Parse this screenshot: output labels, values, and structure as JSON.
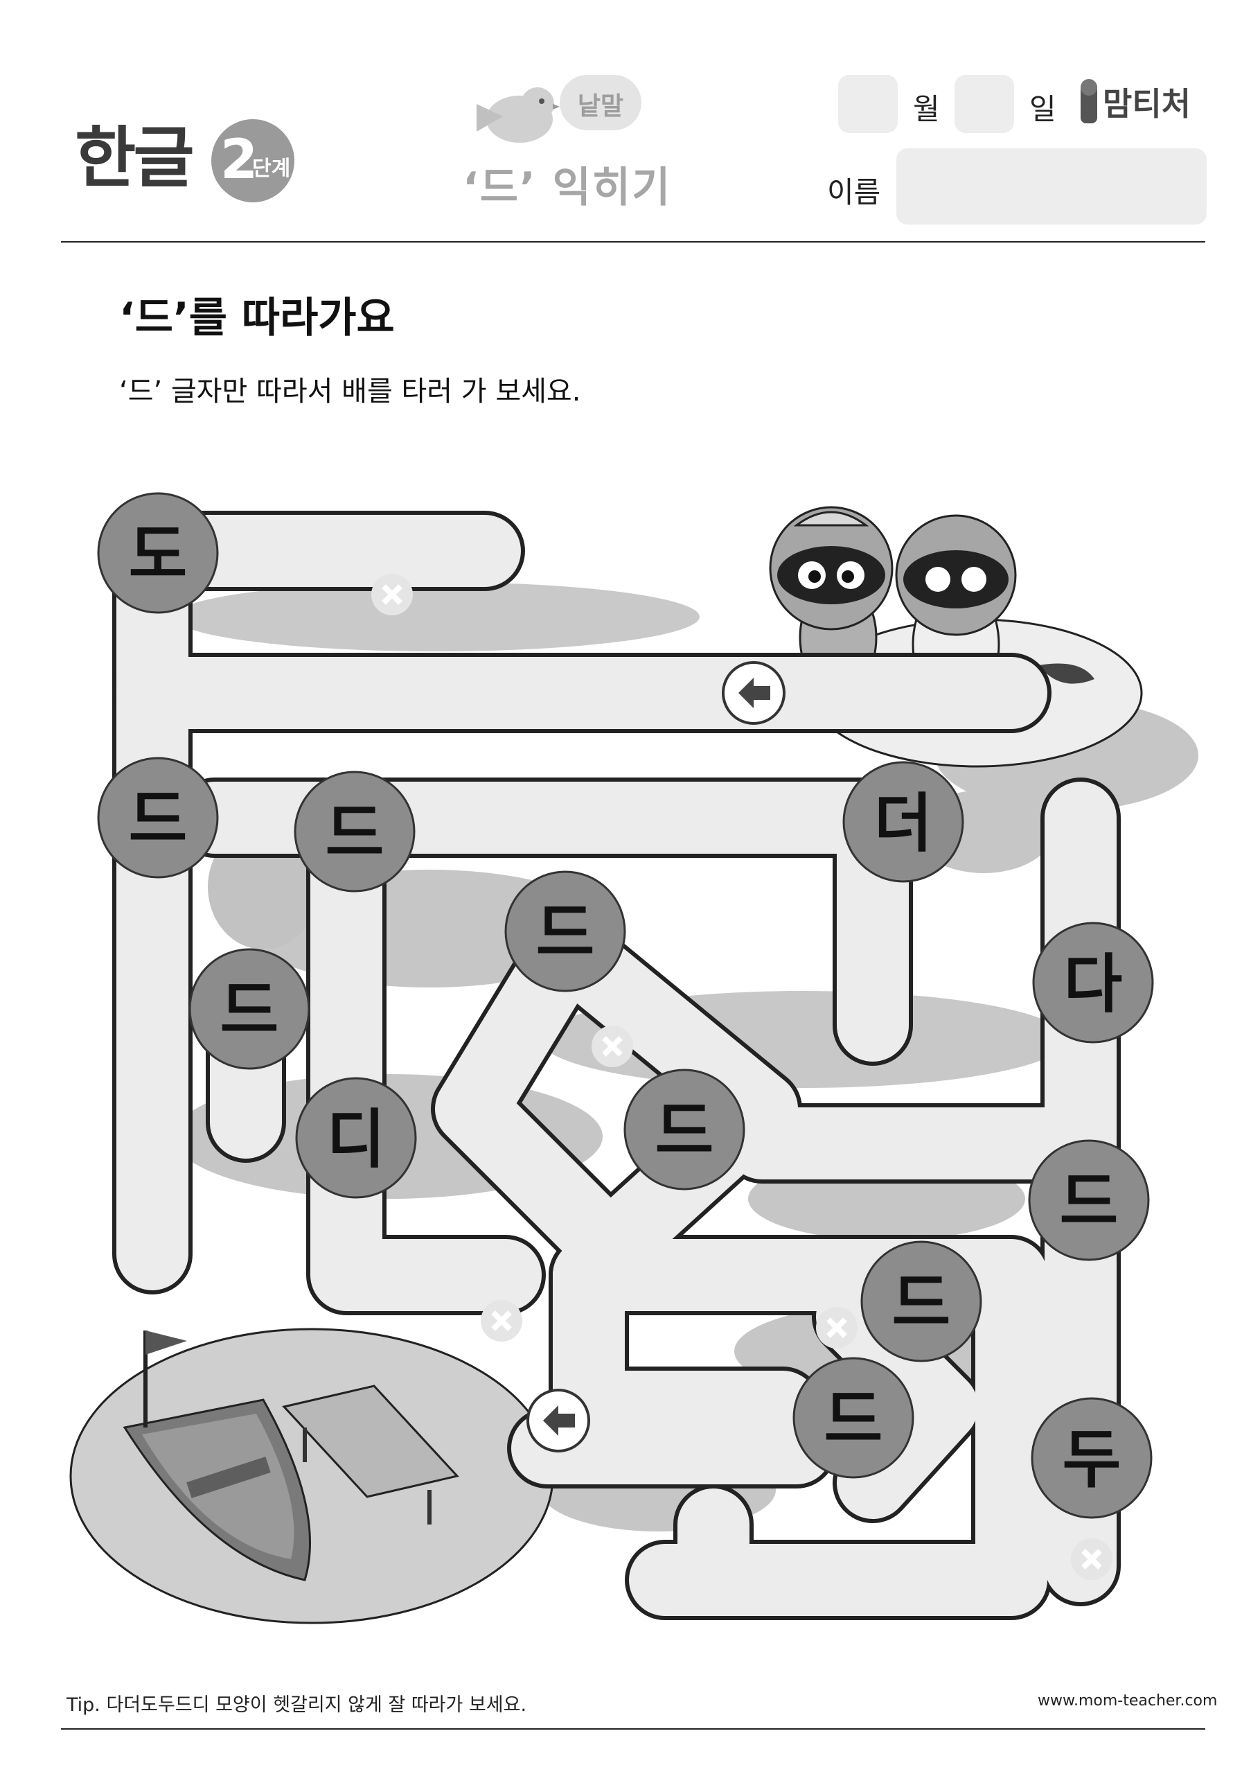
{
  "header": {
    "logo": "한글",
    "stage_number": "2",
    "stage_unit": "단계",
    "category": "낱말",
    "lesson_title": "‘드’ 익히기",
    "month_label": "월",
    "day_label": "일",
    "name_label": "이름",
    "brand": "맘티처"
  },
  "activity": {
    "title": "‘드’를 따라가요",
    "instruction": "‘드’ 글자만 따라서 배를 타러 가 보세요."
  },
  "maze": {
    "nodes": [
      {
        "label": "도"
      },
      {
        "label": "드"
      },
      {
        "label": "드"
      },
      {
        "label": "드"
      },
      {
        "label": "드"
      },
      {
        "label": "더"
      },
      {
        "label": "다"
      },
      {
        "label": "디"
      },
      {
        "label": "드"
      },
      {
        "label": "드"
      },
      {
        "label": "드"
      },
      {
        "label": "드"
      },
      {
        "label": "두"
      }
    ],
    "start_icon": "raccoon-pair-icon",
    "goal_icon": "rowboat-icon"
  },
  "footer": {
    "tip": "Tip. 다더도두드디 모양이 헷갈리지 않게 잘 따라가 보세요.",
    "url": "www.mom-teacher.com"
  },
  "colors": {
    "node_fill": "#8c8c8c",
    "path_fill": "#e9e9e9",
    "path_outline": "#222222",
    "ground": "#c4c4c4"
  }
}
